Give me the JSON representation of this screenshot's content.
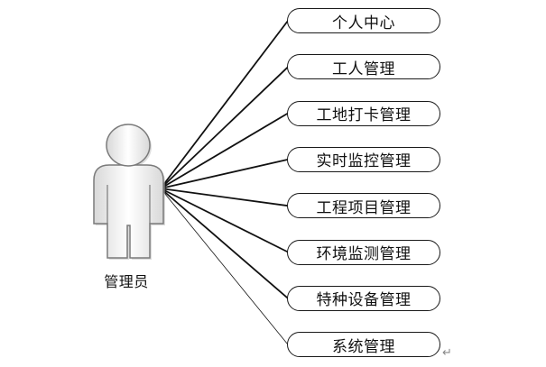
{
  "actor": {
    "label": "管理员"
  },
  "use_cases": [
    "个人中心",
    "工人管理",
    "工地打卡管理",
    "实时监控管理",
    "工程项目管理",
    "环境监测管理",
    "特种设备管理",
    "系统管理"
  ],
  "return_mark": "↵"
}
